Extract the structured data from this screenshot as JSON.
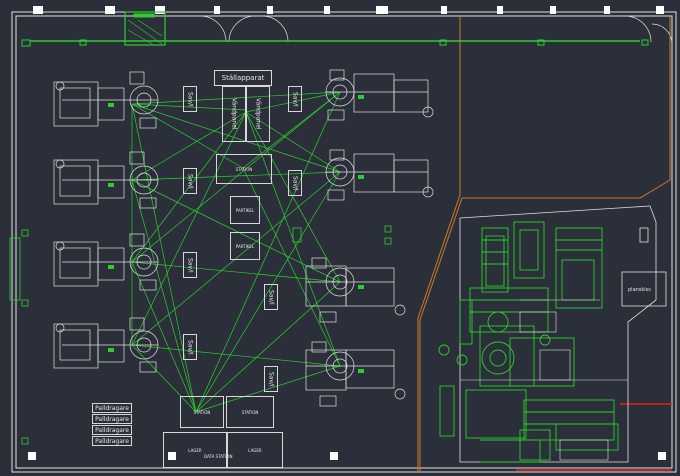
{
  "labels": {
    "stallapparat": "Ställapparat",
    "vandpanel_1": "Vändpanel",
    "vandpanel_2": "Vändpanel",
    "savl_1": "Sav/l",
    "savl_2": "Sav/l",
    "savl_3": "Sav/l",
    "savl_4": "Sav/l",
    "savl_5": "Sav/l",
    "savl_6": "Sav/l",
    "savl_7": "Sav/l",
    "savl_8": "Sav/l",
    "center_box": "STATION",
    "mid_box_1": "PARTIKEL",
    "mid_box_2": "PARTIKEL",
    "station_left": "STATION",
    "station_right": "STATION",
    "bottom_left": "LAGER",
    "bottom_right": "LAGER",
    "bottom_center": "DATA STATION",
    "pallet_1": "Palldragare",
    "pallet_2": "Palldragare",
    "pallet_3": "Palldragare",
    "pallet_4": "Palldragare",
    "planskiss": "planskiss"
  },
  "colors": {
    "background": "#2b2f3a",
    "wall": "#e0e0e0",
    "conveyor": "#2ecc2e",
    "boundary": "#c87b2a",
    "accent_red": "#e02020"
  }
}
